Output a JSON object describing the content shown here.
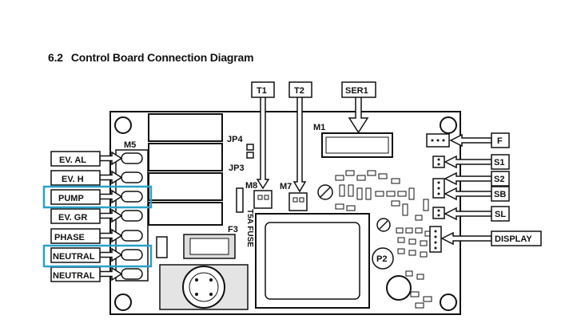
{
  "page": {
    "section_number": "6.2",
    "section_title": "Control Board Connection Diagram"
  },
  "colors": {
    "highlight": "#2aa0c8",
    "ink": "#111111",
    "board": "#ffffff"
  },
  "top_connectors": {
    "t1": "T1",
    "t2": "T2",
    "ser1": "SER1"
  },
  "board_labels": {
    "m1": "M1",
    "m5": "M5",
    "m7": "M7",
    "m8": "M8",
    "jp3": "JP3",
    "jp4": "JP4",
    "f3": "F3",
    "fuse": "T5A FUSE",
    "p2": "P2"
  },
  "left_terminals": [
    {
      "label": "EV. AL",
      "highlighted": false
    },
    {
      "label": "EV. H",
      "highlighted": false
    },
    {
      "label": "PUMP",
      "highlighted": true
    },
    {
      "label": "EV. GR",
      "highlighted": false
    },
    {
      "label": "PHASE",
      "highlighted": false
    },
    {
      "label": "NEUTRAL",
      "highlighted": true
    },
    {
      "label": "NEUTRAL",
      "highlighted": false
    }
  ],
  "right_connectors": {
    "f": "F",
    "s1": "S1",
    "s2": "S2",
    "sb": "SB",
    "sl": "SL",
    "display": "DISPLAY"
  }
}
